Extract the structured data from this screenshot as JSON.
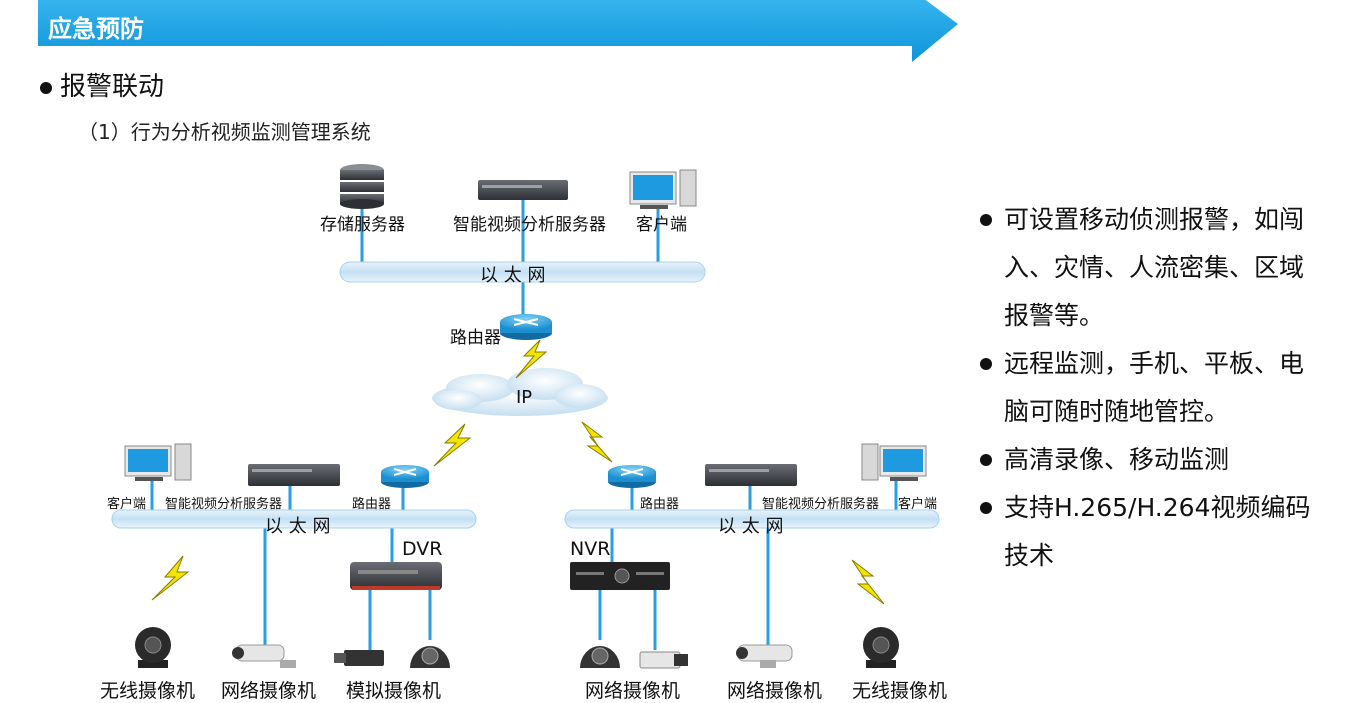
{
  "header": {
    "title": "应急预防"
  },
  "section": {
    "bullet": "报警联动",
    "subtitle": "（1）行为分析视频监测管理系统"
  },
  "diagram": {
    "top": {
      "storage": "存储服务器",
      "analysis_server": "智能视频分析服务器",
      "client": "客户端",
      "ethernet": "以 太 网"
    },
    "router_top": "路由器",
    "cloud": "IP",
    "left": {
      "client": "客户端",
      "analysis_server": "智能视频分析服务器",
      "router": "路由器",
      "ethernet": "以 太 网",
      "recorder": "DVR"
    },
    "right": {
      "router": "路由器",
      "analysis_server": "智能视频分析服务器",
      "client": "客户端",
      "ethernet": "以 太 网",
      "recorder": "NVR"
    },
    "cameras": [
      "无线摄像机",
      "网络摄像机",
      "模拟摄像机",
      "网络摄像机",
      "网络摄像机",
      "无线摄像机"
    ]
  },
  "features": [
    "可设置移动侦测报警，如闯入、灾情、人流密集、区域报警等。",
    "远程监测，手机、平板、电脑可随时随地管控。",
    "高清录像、移动监测",
    "支持H.265/H.264视频编码技术"
  ],
  "colors": {
    "banner": "#1ba4e8",
    "ethernet_bar": "#cfe6f7",
    "line": "#2a9fe0",
    "bolt": "#f2e600"
  }
}
